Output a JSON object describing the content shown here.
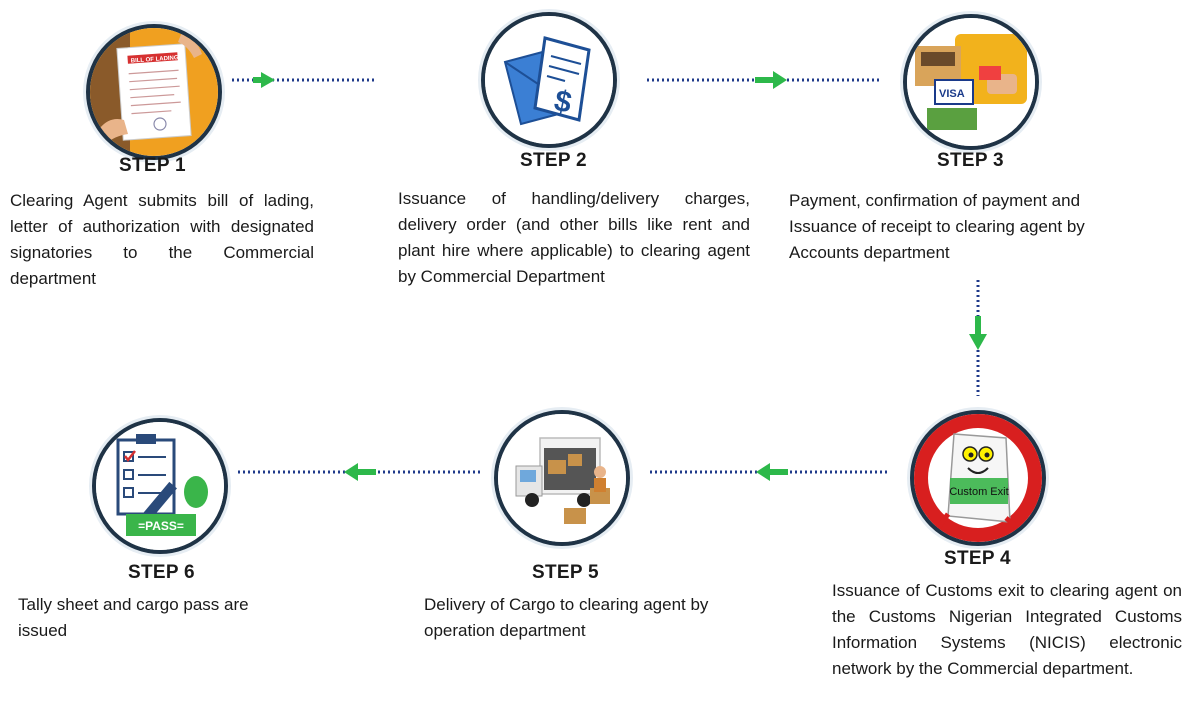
{
  "steps": [
    {
      "title": "STEP 1",
      "description": "Clearing Agent submits bill of lading, letter of authorization with designated signatories to the Commercial department",
      "icon": "bill-of-lading-icon",
      "icon_text": "BILL OF LADING"
    },
    {
      "title": "STEP 2",
      "description": "Issuance of handling/delivery charges, delivery order (and other bills like rent and plant hire where applicable) to clearing agent by Commercial Department",
      "icon": "invoice-envelope-icon"
    },
    {
      "title": "STEP 3",
      "description": "Payment, confirmation of payment and Issuance of receipt to clearing agent by Accounts department",
      "icon": "payment-icon",
      "icon_text": "VISA"
    },
    {
      "title": "STEP 4",
      "description": "Issuance of Customs exit to clearing agent on the Customs Nigerian Integrated Customs Information Systems (NICIS) electronic network by the Commercial department.",
      "icon": "custom-exit-icon",
      "icon_text": "Custom Exit"
    },
    {
      "title": "STEP 5",
      "description": "Delivery of Cargo to clearing agent by operation department",
      "icon": "delivery-truck-icon"
    },
    {
      "title": "STEP 6",
      "description": "Tally sheet and cargo pass are issued",
      "icon": "tally-sheet-pass-icon",
      "icon_text": "=PASS="
    }
  ],
  "colors": {
    "arrow": "#2db84a",
    "dots": "#1f3a8a",
    "ring": "#1f3346"
  }
}
